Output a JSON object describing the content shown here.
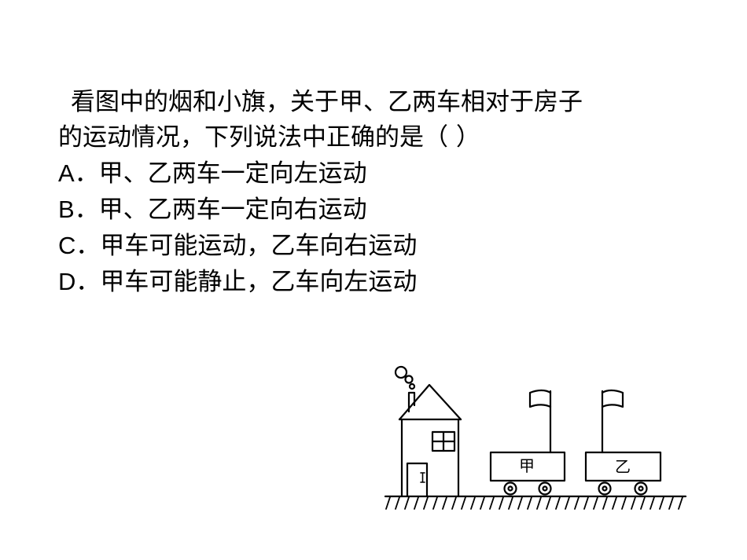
{
  "question": {
    "stem_line1": "看图中的烟和小旗，关于甲、乙两车相对于房子",
    "stem_line2": "的运动情况，下列说法中正确的是（    ）",
    "options": [
      {
        "letter": "A",
        "text": "．甲、乙两车一定向左运动"
      },
      {
        "letter": "B",
        "text": "．甲、乙两车一定向右运动"
      },
      {
        "letter": "C",
        "text": "．甲车可能运动，乙车向右运动"
      },
      {
        "letter": "D",
        "text": "．甲车可能静止，乙车向左运动"
      }
    ]
  },
  "figure": {
    "cart_jia_label": "甲",
    "cart_yi_label": "乙"
  }
}
